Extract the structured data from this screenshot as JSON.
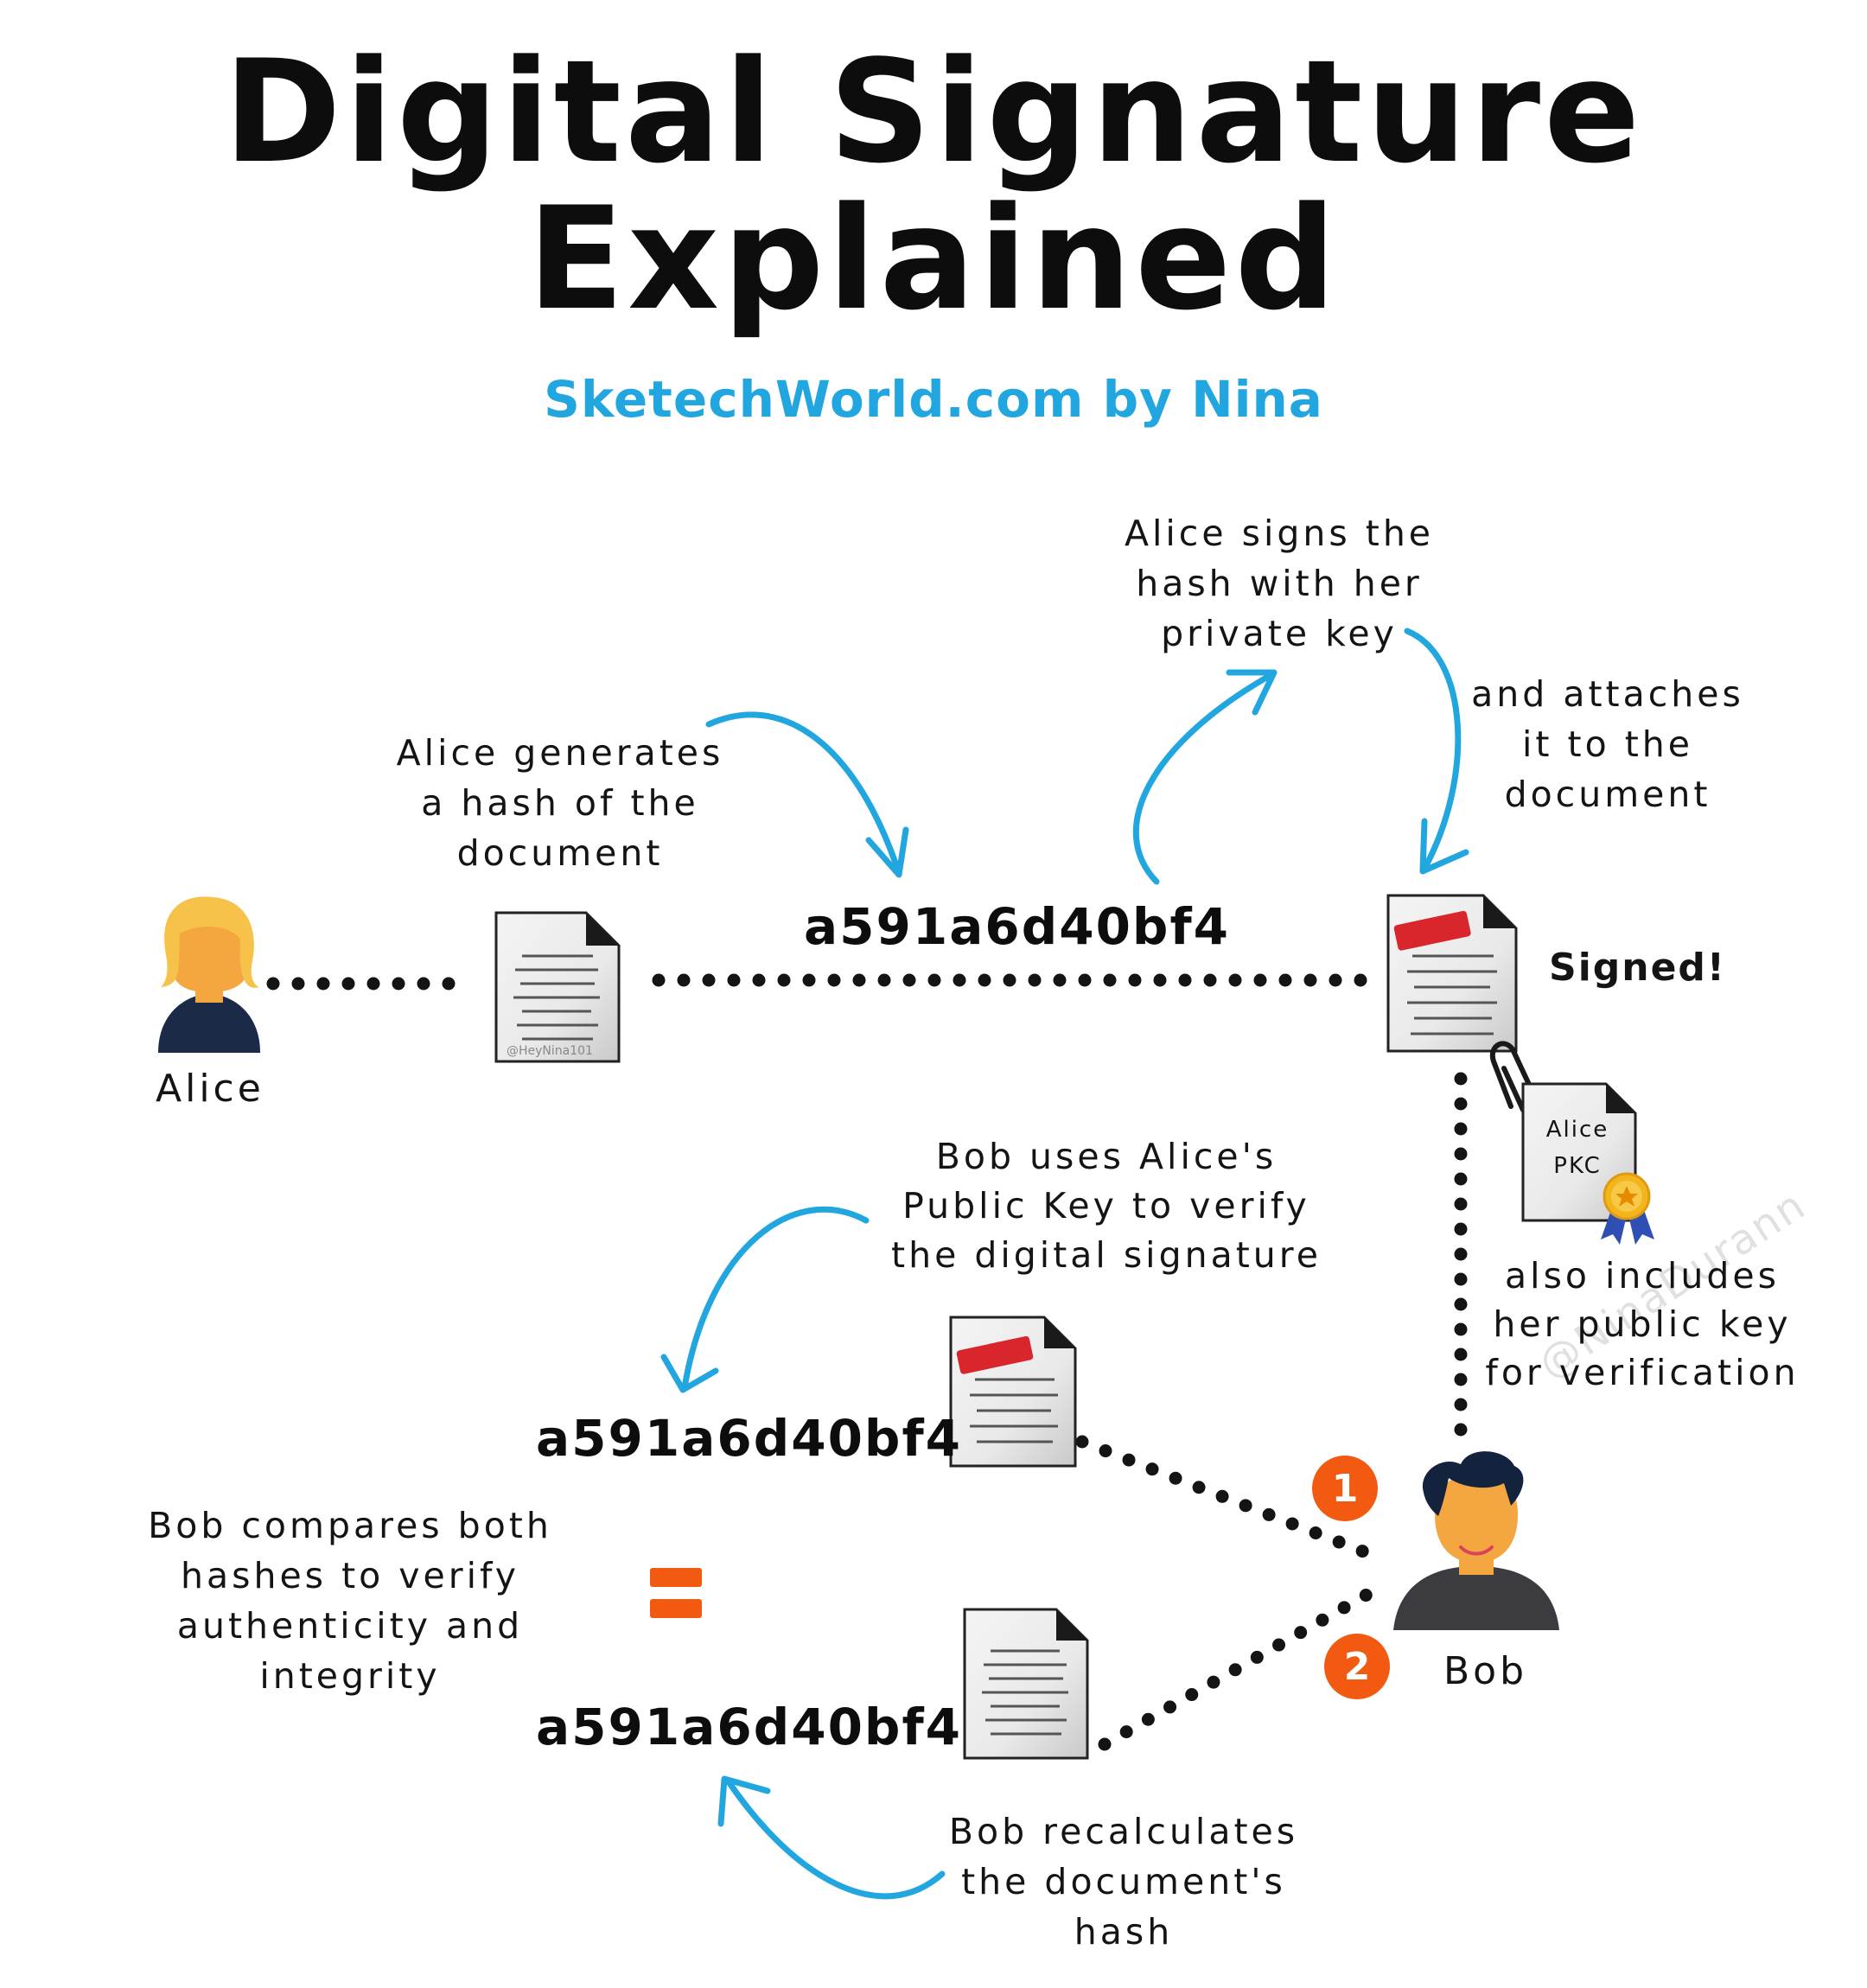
{
  "header": {
    "title_line1": "Digital Signature",
    "title_line2": "Explained",
    "subtitle": "SketechWorld.com by Nina"
  },
  "actors": {
    "alice": "Alice",
    "bob": "Bob"
  },
  "captions": {
    "generate_hash": [
      "Alice generates",
      "a hash of the",
      "document"
    ],
    "sign_hash": [
      "Alice signs the",
      "hash with her",
      "private key"
    ],
    "attach": [
      "and attaches",
      "it to the",
      "document"
    ],
    "public_key": [
      "also includes",
      "her public key",
      "for verification"
    ],
    "bob_verify": [
      "Bob uses Alice's",
      "Public Key to verify",
      "the digital signature"
    ],
    "bob_compare": [
      "Bob compares both",
      "hashes to verify",
      "authenticity and",
      "integrity"
    ],
    "bob_recalc": [
      "Bob recalculates",
      "the document's",
      "hash"
    ]
  },
  "hashes": {
    "original": "a591a6d40bf4",
    "decrypted": "a591a6d40bf4",
    "recalculated": "a591a6d40bf4"
  },
  "labels": {
    "signed": "Signed!",
    "pkc_line1": "Alice",
    "pkc_line2": "PKC",
    "doc_watermark": "@HeyNina101",
    "watermark": "@NinaDurann"
  },
  "badges": {
    "step1": "1",
    "step2": "2"
  },
  "colors": {
    "arrow": "#22a6e0",
    "accent": "#f25a12",
    "stamp": "#d8262c",
    "text": "#141414"
  }
}
